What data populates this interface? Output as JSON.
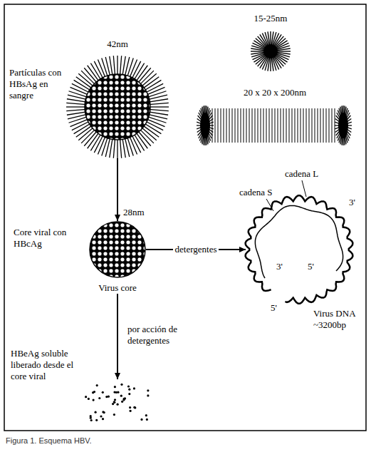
{
  "diagram": {
    "caption": "Figura 1. Esquema HBV.",
    "nodes": [
      {
        "text": [
          "42nm",
          "Partículas con HBsAg en sangre"
        ]
      },
      {
        "text": [
          "15-25nm"
        ]
      },
      {
        "text": [
          "20 x 20 x 200nm"
        ]
      },
      {
        "text": [
          "28nm",
          "Core viral con HBcAg",
          "Virus core"
        ]
      },
      {
        "text": [
          "Virus DNA ~3200bp"
        ]
      },
      {
        "text": [
          "HBeAg soluble liberado desde el core viral"
        ]
      }
    ],
    "edges": [
      {
        "from": 0,
        "to": 3,
        "arrow": "to"
      },
      {
        "from": 3,
        "to": 4,
        "label": "detergentes",
        "arrow": "to"
      },
      {
        "from": 3,
        "to": 5,
        "label": "por acción de detergentes",
        "arrow": "to"
      }
    ],
    "labels": [
      "cadena L",
      "cadena S",
      "3'",
      "3'",
      "5'",
      "5'"
    ]
  }
}
